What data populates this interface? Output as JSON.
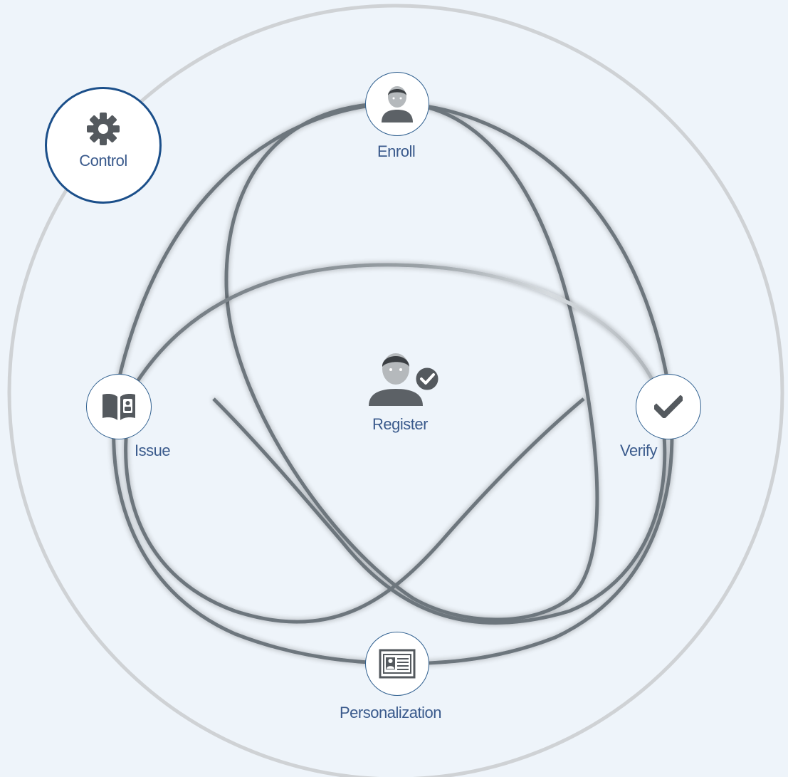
{
  "diagram": {
    "control": {
      "label": "Control",
      "icon": "gear-icon"
    },
    "center": {
      "label": "Register",
      "icon": "user-check-icon"
    },
    "nodes": {
      "enroll": {
        "label": "Enroll",
        "icon": "user-icon"
      },
      "issue": {
        "label": "Issue",
        "icon": "id-book-icon"
      },
      "verify": {
        "label": "Verify",
        "icon": "checkmark-icon"
      },
      "personalization": {
        "label": "Personalization",
        "icon": "id-card-icon"
      }
    },
    "colors": {
      "background": "#eef4fa",
      "outer_ring": "#cfd2d5",
      "loop": "#6d767d",
      "label": "#3a5a8c",
      "node_border": "#2f5f8f",
      "control_border": "#1b4f8a",
      "icon": "#54595e"
    }
  }
}
